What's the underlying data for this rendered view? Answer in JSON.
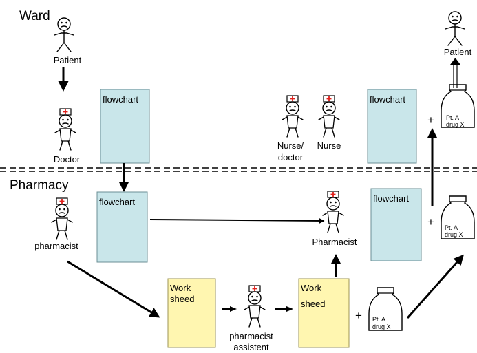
{
  "sections": {
    "ward": "Ward",
    "pharmacy": "Pharmacy"
  },
  "people": {
    "patient_top": "Patient",
    "doctor": "Doctor",
    "nurse_doctor": [
      "Nurse/",
      "doctor"
    ],
    "nurse": "Nurse",
    "patient_right": "Patient",
    "pharmacist_left": "pharmacist",
    "pharmacist_center": "Pharmacist",
    "pharmacist_assistent": [
      "pharmacist",
      "assistent"
    ]
  },
  "documents": {
    "flowchart_ward_left": "flowchart",
    "flowchart_ward_right": "flowchart",
    "flowchart_pharmacy_left": "flowchart",
    "flowchart_pharmacy_right": "flowchart",
    "worksheet_left": [
      "Work",
      "sheed"
    ],
    "worksheet_right": [
      "Work",
      "sheed"
    ]
  },
  "drugs": {
    "bottle_ward": [
      "Pt. A",
      "drug X"
    ],
    "bottle_pharmacy_right": [
      "Pt. A",
      "drug X"
    ],
    "bottle_pharmacy_bottom": [
      "Pt. A",
      "drug X"
    ]
  },
  "operators": {
    "plus": "+"
  },
  "colors": {
    "flowchart_fill": "#c9e6ea",
    "worksheet_fill": "#fff6b0",
    "cross_red": "#e0201b"
  }
}
